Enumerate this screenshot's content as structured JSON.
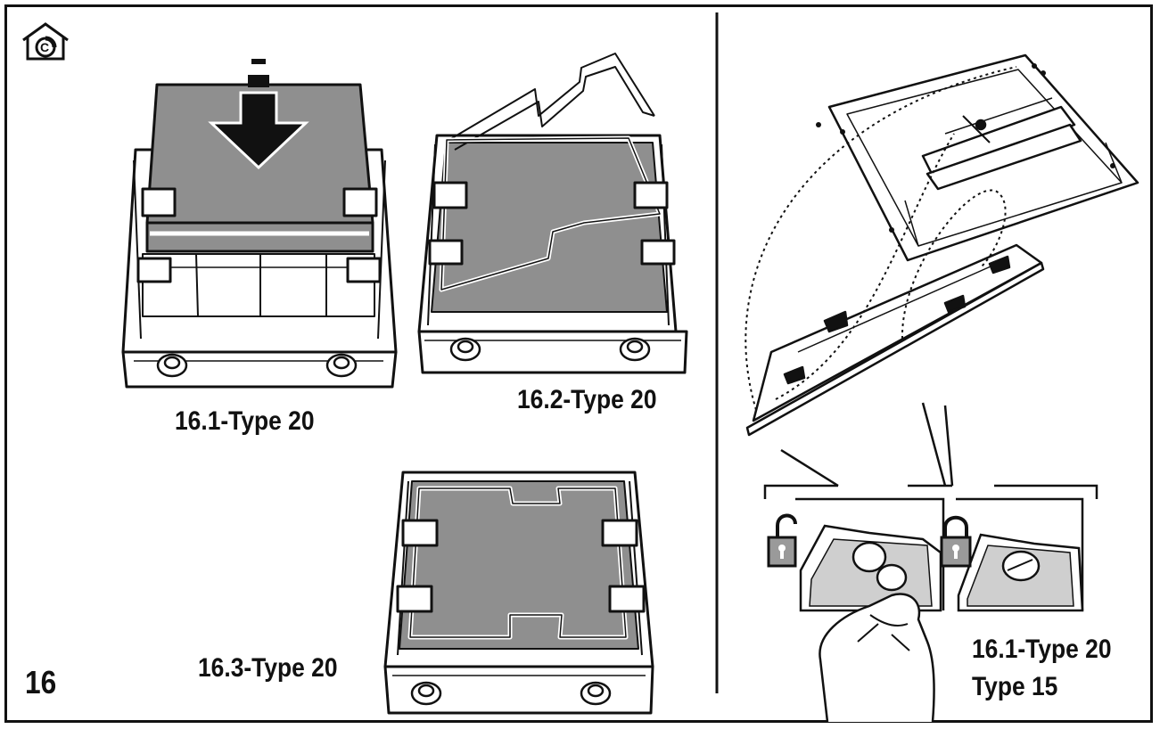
{
  "figure": {
    "page_number": "16",
    "corner_icon": "house-recirculation-icon",
    "colors": {
      "ink": "#111111",
      "filter_fill": "#8f8f8f",
      "paper": "#ffffff"
    }
  },
  "panels": [
    {
      "id": "16.1",
      "label": "16.1-Type 20",
      "icons": [
        "down-arrow-icon"
      ]
    },
    {
      "id": "16.2",
      "label": "16.2-Type 20"
    },
    {
      "id": "16.3",
      "label": "16.3-Type 20"
    },
    {
      "id": "16.4",
      "label_line1": "16.1-Type 20",
      "label_line2": "Type 15",
      "icons": [
        "unlocked-padlock-icon",
        "locked-padlock-icon"
      ]
    }
  ]
}
